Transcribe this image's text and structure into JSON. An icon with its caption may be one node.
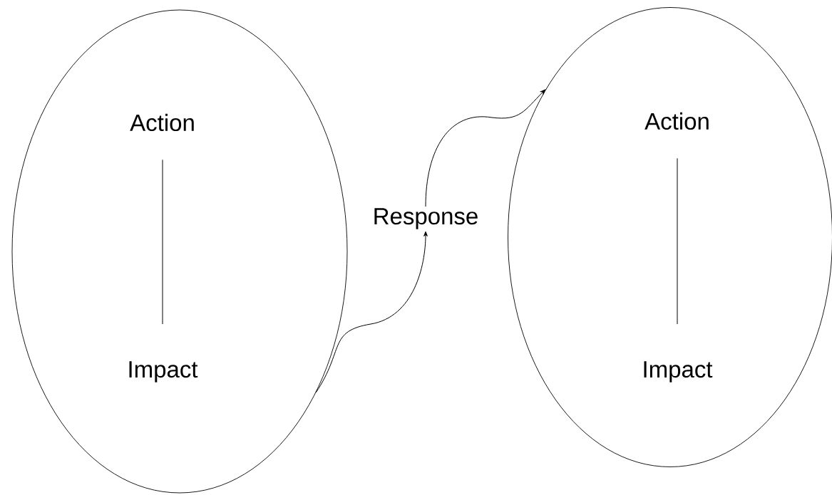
{
  "diagram": {
    "nodes": [
      {
        "text": [],
        "shape": "ellipse"
      },
      {
        "text": [
          "Action"
        ],
        "in": 0
      },
      {
        "text": [
          "Impact"
        ],
        "in": 0
      },
      {
        "text": [
          "Response"
        ]
      },
      {
        "text": [],
        "shape": "ellipse"
      },
      {
        "text": [
          "Action"
        ],
        "in": 4
      },
      {
        "text": [
          "Impact"
        ],
        "in": 4
      }
    ],
    "edges": [
      {
        "from": 1,
        "to": 2,
        "arrow": "none"
      },
      {
        "from": 5,
        "to": 6,
        "arrow": "none"
      },
      {
        "from": 0,
        "to": 3,
        "arrow": "to"
      },
      {
        "from": 3,
        "to": 4,
        "arrow": "to"
      }
    ]
  }
}
